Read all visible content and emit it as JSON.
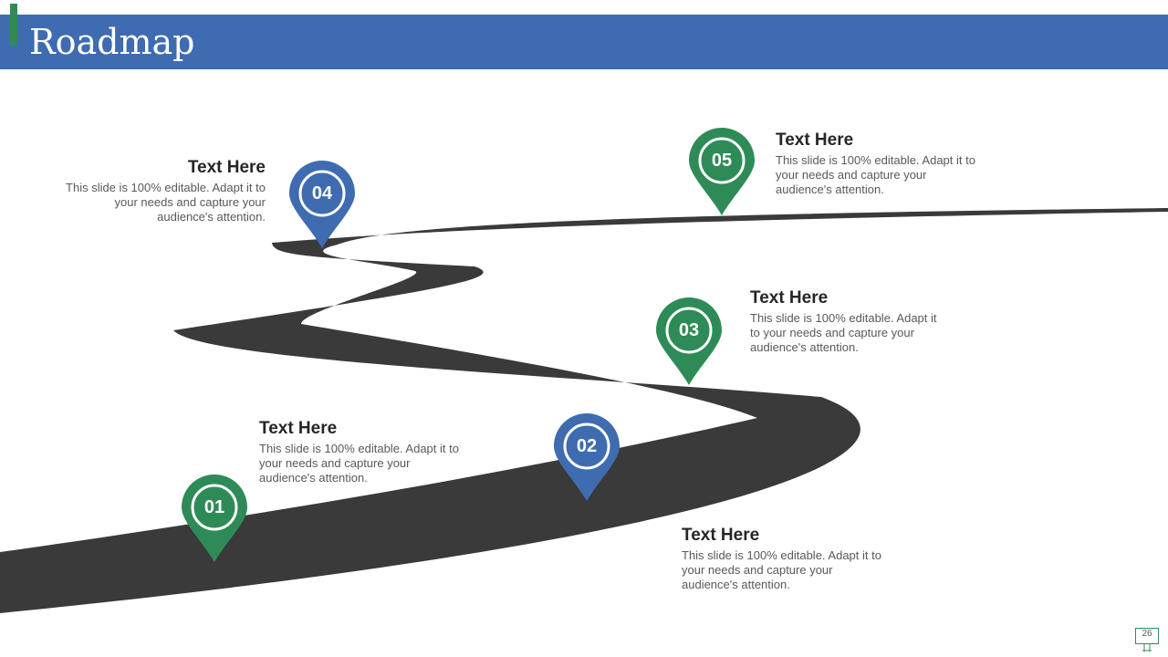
{
  "header": {
    "title": "Roadmap"
  },
  "colors": {
    "header_blue": "#3f6cb0",
    "accent_green": "#2e8b57",
    "pin_blue": "#3f6cb0",
    "pin_green": "#2e8b57",
    "road": "#3a3a3a"
  },
  "milestones": [
    {
      "number": "01",
      "color": "green",
      "heading": "Text Here",
      "body": "This slide is 100% editable. Adapt it to your needs and capture your audience's attention."
    },
    {
      "number": "02",
      "color": "blue",
      "heading": "Text Here",
      "body": "This slide is 100% editable. Adapt it to your needs and capture your audience's attention."
    },
    {
      "number": "03",
      "color": "green",
      "heading": "Text Here",
      "body": "This slide is 100% editable. Adapt it to your needs and capture your audience's attention."
    },
    {
      "number": "04",
      "color": "blue",
      "heading": "Text Here",
      "body": "This slide is 100% editable. Adapt it to your needs and capture your audience's attention."
    },
    {
      "number": "05",
      "color": "green",
      "heading": "Text Here",
      "body": "This slide is 100% editable. Adapt it to your needs and capture your audience's attention."
    }
  ],
  "footer": {
    "page_number": "26",
    "page_icon": "presentation-board-icon"
  }
}
